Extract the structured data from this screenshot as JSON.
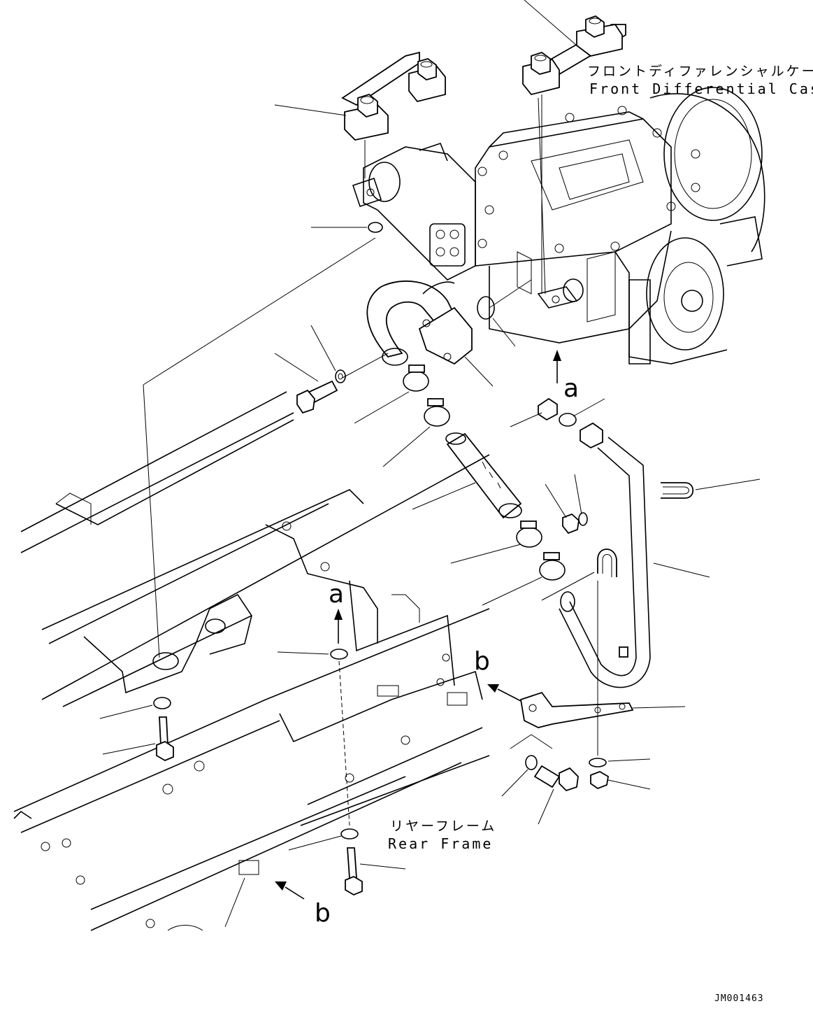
{
  "labels": {
    "front_diff_jp": "フロントディファレンシャルケース",
    "front_diff_en": "Front Differential Case",
    "rear_frame_jp": "リヤーフレーム",
    "rear_frame_en": "Rear Frame",
    "ref_a_upper": "a",
    "ref_a_lower": "a",
    "ref_b_upper": "b",
    "ref_b_lower": "b",
    "drawing_code": "JM001463"
  },
  "icons": [
    "bolt-icon",
    "washer-icon",
    "hose-clamp-icon",
    "u-bolt-icon",
    "bracket-icon",
    "pipe-icon",
    "hose-icon",
    "arrow-icon"
  ]
}
